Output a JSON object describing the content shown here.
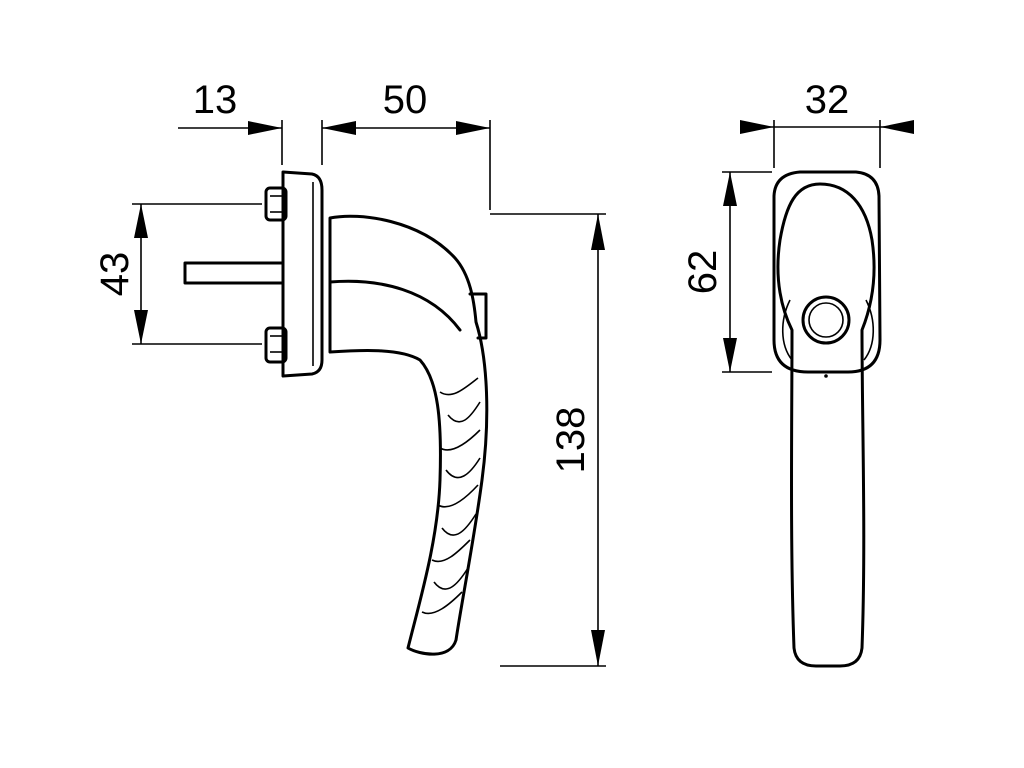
{
  "dimensions": {
    "rose_depth": "13",
    "projection": "50",
    "screw_spacing": "43",
    "handle_length": "138",
    "rose_width": "32",
    "rose_height": "62"
  }
}
